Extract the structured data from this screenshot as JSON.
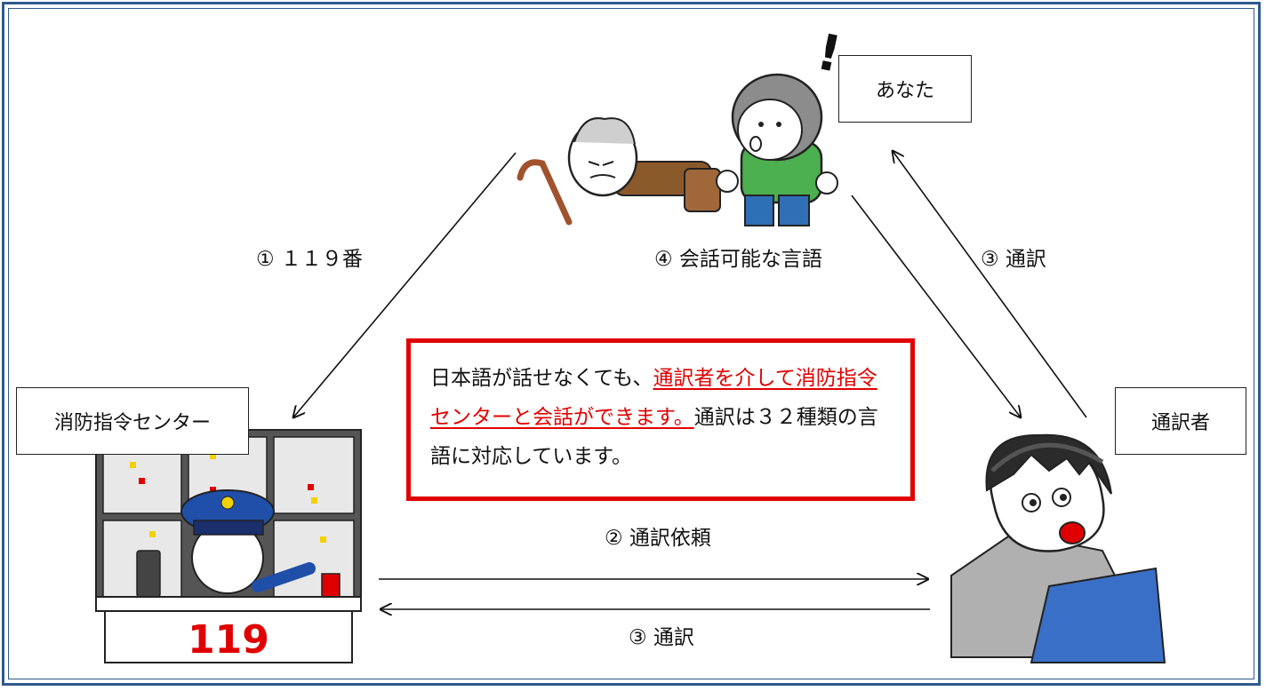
{
  "nodes": {
    "you": "あなた",
    "center": "消防指令センター",
    "interpreter": "通訳者"
  },
  "edges": {
    "call_119": "① １１９番",
    "conversation": "④ 会話可能な言語",
    "interpret_top": "③ 通訳",
    "request": "② 通訳依頼",
    "interpret_bottom": "③ 通訳"
  },
  "note": {
    "part1": "日本語が話せなくても、",
    "part2": "通訳者を介して消防指令センターと会話ができます。",
    "part3": "通訳は３２種類の言語に対応しています。"
  },
  "illustration": {
    "desk_sign": "119"
  },
  "colors": {
    "frame": "#2f5b8c",
    "highlight": "#e00000"
  }
}
